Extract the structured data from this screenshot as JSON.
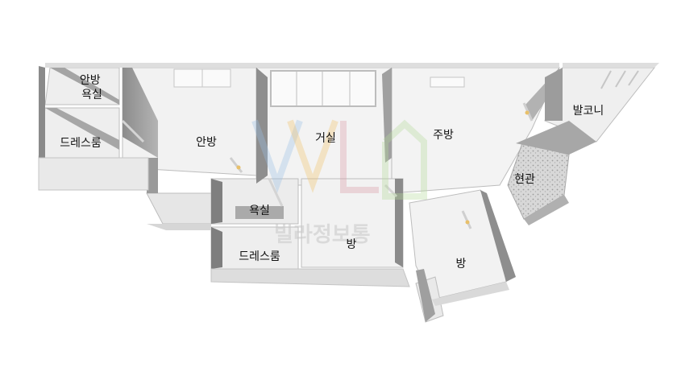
{
  "plan": {
    "rooms": [
      {
        "id": "master-bath",
        "label_lines": [
          "안방",
          "욕실"
        ]
      },
      {
        "id": "dress-room-left",
        "label_lines": [
          "드레스룸"
        ]
      },
      {
        "id": "master-bedroom",
        "label_lines": [
          "안방"
        ]
      },
      {
        "id": "living-room",
        "label_lines": [
          "거실"
        ]
      },
      {
        "id": "kitchen",
        "label_lines": [
          "주방"
        ]
      },
      {
        "id": "balcony",
        "label_lines": [
          "발코니"
        ]
      },
      {
        "id": "entrance",
        "label_lines": [
          "현관"
        ]
      },
      {
        "id": "bathroom",
        "label_lines": [
          "욕실"
        ]
      },
      {
        "id": "dress-room-center",
        "label_lines": [
          "드레스룸"
        ]
      },
      {
        "id": "room-center",
        "label_lines": [
          "방"
        ]
      },
      {
        "id": "room-right",
        "label_lines": [
          "방"
        ]
      }
    ],
    "watermark": {
      "text": "빌라정보통"
    },
    "colors": {
      "floor": "#f1f1f1",
      "wall_top": "#f7f7f7",
      "wall_side": "#9a9a9a",
      "wall_dark": "#808080",
      "window": "#e2e2e2",
      "entrance_tile": "#d0d0d0",
      "door_accent": "#e8c06a"
    }
  }
}
